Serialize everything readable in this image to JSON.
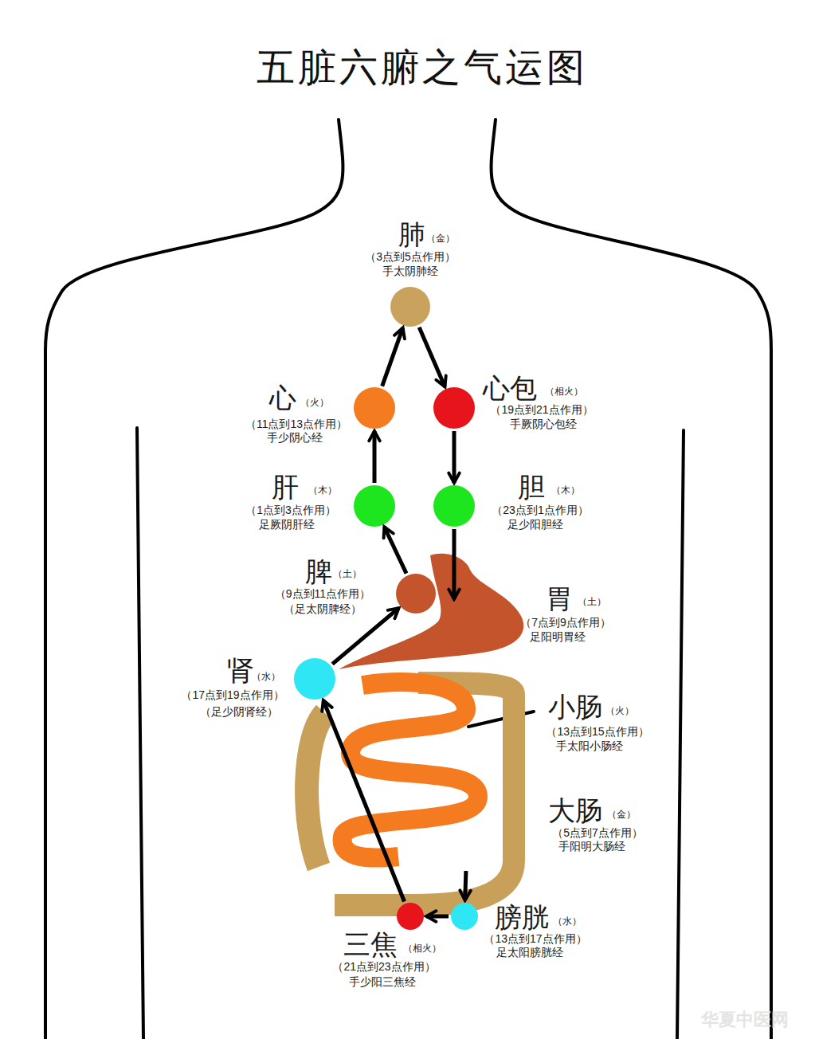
{
  "diagram": {
    "title": "五脏六腑之气运图",
    "nodes": [
      {
        "text": [
          "肺",
          "（金）",
          "（3点到5点作用）",
          "手太阴肺经"
        ]
      },
      {
        "text": [
          "心",
          "（火）",
          "（11点到13点作用）",
          "手少阴心经"
        ]
      },
      {
        "text": [
          "心包",
          "（相火）",
          "（19点到21点作用）",
          "手厥阴心包经"
        ]
      },
      {
        "text": [
          "肝",
          "（木）",
          "（1点到3点作用）",
          "足厥阴肝经"
        ]
      },
      {
        "text": [
          "胆",
          "（木）",
          "（23点到1点作用）",
          "足少阳胆经"
        ]
      },
      {
        "text": [
          "脾",
          "（土）",
          "（9点到11点作用）",
          "（足太阴脾经）"
        ]
      },
      {
        "text": [
          "胃",
          "（土）",
          "（7点到9点作用）",
          "足阳明胃经"
        ]
      },
      {
        "text": [
          "肾",
          "（水）",
          "（17点到19点作用）",
          "（足少阴肾经）"
        ]
      },
      {
        "text": [
          "小肠",
          "（火）",
          "（13点到15点作用）",
          "手太阳小肠经"
        ]
      },
      {
        "text": [
          "大肠",
          "（金）",
          "（5点到7点作用）",
          "手阳明大肠经"
        ]
      },
      {
        "text": [
          "膀胱",
          "（水）",
          "（13点到17点作用）",
          "足太阳膀胱经"
        ]
      },
      {
        "text": [
          "三焦",
          "（相火）",
          "（21点到23点作用）",
          "手少阳三焦经"
        ]
      }
    ],
    "edges": [
      {
        "from": 1,
        "to": 0,
        "arrow": "to"
      },
      {
        "from": 0,
        "to": 2,
        "arrow": "to"
      },
      {
        "from": 3,
        "to": 1,
        "arrow": "to"
      },
      {
        "from": 2,
        "to": 4,
        "arrow": "to"
      },
      {
        "from": 4,
        "to": 6,
        "arrow": "to"
      },
      {
        "from": 5,
        "to": 3,
        "arrow": "to"
      },
      {
        "from": 7,
        "to": 5,
        "arrow": "to"
      },
      {
        "from": 11,
        "to": 7,
        "arrow": "to"
      },
      {
        "from": 10,
        "to": 11,
        "arrow": "to"
      },
      {
        "from": 9,
        "to": 10,
        "arrow": "to"
      }
    ],
    "labels": [
      "华夏中医网"
    ]
  }
}
